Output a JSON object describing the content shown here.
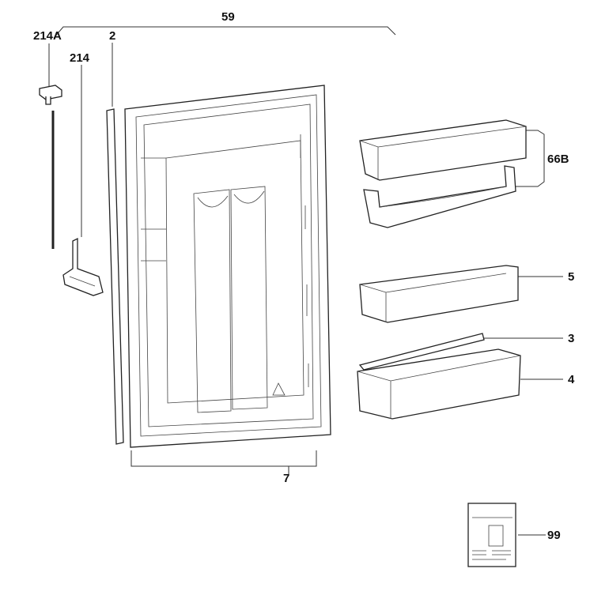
{
  "labels": {
    "door_assembly": "59",
    "gasket": "2",
    "handle_cap": "214A",
    "hinge": "214",
    "butter_compartment": "66B",
    "door_shelf_small": "5",
    "shelf_rail": "3",
    "door_shelf_large": "4",
    "door_bottom_trim": "7",
    "manual": "99"
  }
}
